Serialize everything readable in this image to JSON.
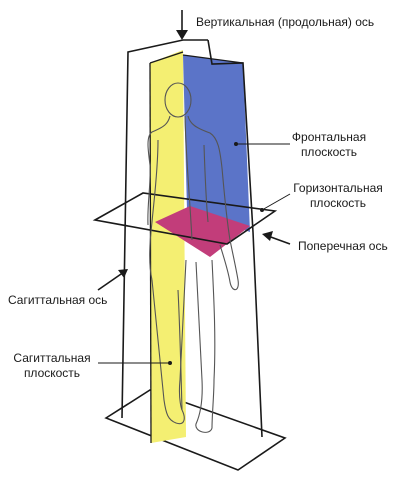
{
  "labels": {
    "vertical_axis": "Вертикальная (продольная) ось",
    "frontal_plane": [
      "Фронтальная",
      "плоскость"
    ],
    "horizontal_plane": [
      "Горизонтальная",
      "плоскость"
    ],
    "transverse_axis": "Поперечная ось",
    "sagittal_axis": "Сагиттальная ось",
    "sagittal_plane": [
      "Сагиттальная",
      "плоскость"
    ]
  },
  "colors": {
    "sagittal_plane": "#f4ef72",
    "frontal_plane": "#5b74c8",
    "horizontal_plane": "#c23d7a",
    "outline": "#1a1a1a"
  }
}
